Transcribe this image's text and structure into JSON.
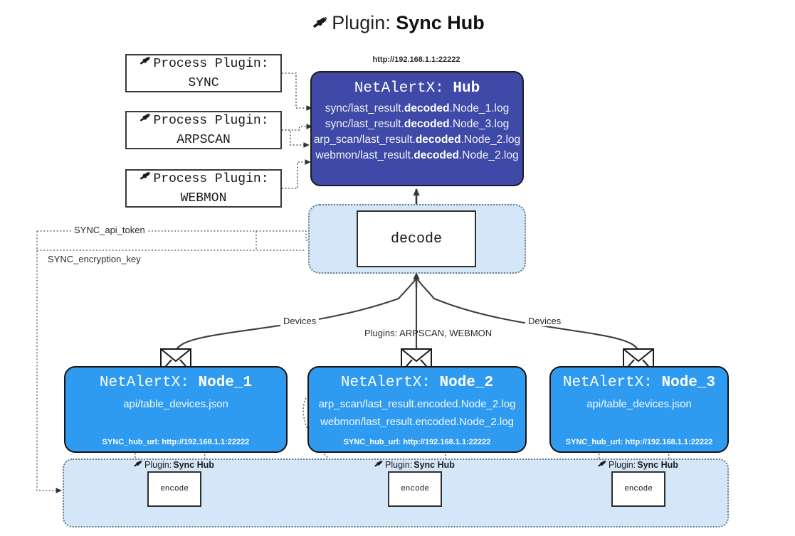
{
  "page": {
    "title_plain": "Plugin:",
    "title_bold": "Sync Hub",
    "plug_icon": "plug-icon"
  },
  "colors": {
    "hub_fill": "#3f4aa8",
    "node_fill": "#2f9bf0",
    "band_fill": "#d4e7f9",
    "box_stroke": "#2f2f2f",
    "text_dark": "#1c1c1c"
  },
  "process_plugins": [
    {
      "line1": "Process Plugin:",
      "line2": "SYNC",
      "icon": "plug-icon"
    },
    {
      "line1": "Process Plugin:",
      "line2": "ARPSCAN",
      "icon": "plug-icon"
    },
    {
      "line1": "Process Plugin:",
      "line2": "WEBMON",
      "icon": "plug-icon"
    }
  ],
  "hub": {
    "url": "http://192.168.1.1:22222",
    "title_prefix": "NetAlertX:",
    "title_name": "Hub",
    "logs": [
      {
        "pre": "sync/last_result.",
        "mid": "decoded",
        "post": ".Node_1.log"
      },
      {
        "pre": "sync/last_result.",
        "mid": "decoded",
        "post": ".Node_3.log"
      },
      {
        "pre": "arp_scan/last_result.",
        "mid": "decoded",
        "post": ".Node_2.log"
      },
      {
        "pre": "webmon/last_result.",
        "mid": "decoded",
        "post": ".Node_2.log"
      }
    ]
  },
  "decode": {
    "label": "decode"
  },
  "secrets": [
    {
      "label": "SYNC_api_token"
    },
    {
      "label": "SYNC_encryption_key"
    }
  ],
  "edge_labels": {
    "devices_left": "Devices",
    "plugins_mid": "Plugins: ARPSCAN, WEBMON",
    "devices_right": "Devices"
  },
  "nodes": [
    {
      "title_prefix": "NetAlertX:",
      "title_name": "Node_1",
      "lines": [
        "api/table_devices.json"
      ],
      "footer": "SYNC_hub_url: http://192.168.1.1:22222",
      "envelope_icon": "envelope-icon"
    },
    {
      "title_prefix": "NetAlertX:",
      "title_name": "Node_2",
      "lines": [
        "arp_scan/last_result.encoded.Node_2.log",
        "webmon/last_result.encoded.Node_2.log"
      ],
      "footer": "SYNC_hub_url: http://192.168.1.1:22222",
      "envelope_icon": "envelope-icon"
    },
    {
      "title_prefix": "NetAlertX:",
      "title_name": "Node_3",
      "lines": [
        "api/table_devices.json"
      ],
      "footer": "SYNC_hub_url: http://192.168.1.1:22222",
      "envelope_icon": "envelope-icon"
    }
  ],
  "encoders": [
    {
      "caption_plain": "Plugin:",
      "caption_bold": "Sync Hub",
      "label": "encode",
      "icon": "plug-icon"
    },
    {
      "caption_plain": "Plugin:",
      "caption_bold": "Sync Hub",
      "label": "encode",
      "icon": "plug-icon"
    },
    {
      "caption_plain": "Plugin:",
      "caption_bold": "Sync Hub",
      "label": "encode",
      "icon": "plug-icon"
    }
  ]
}
